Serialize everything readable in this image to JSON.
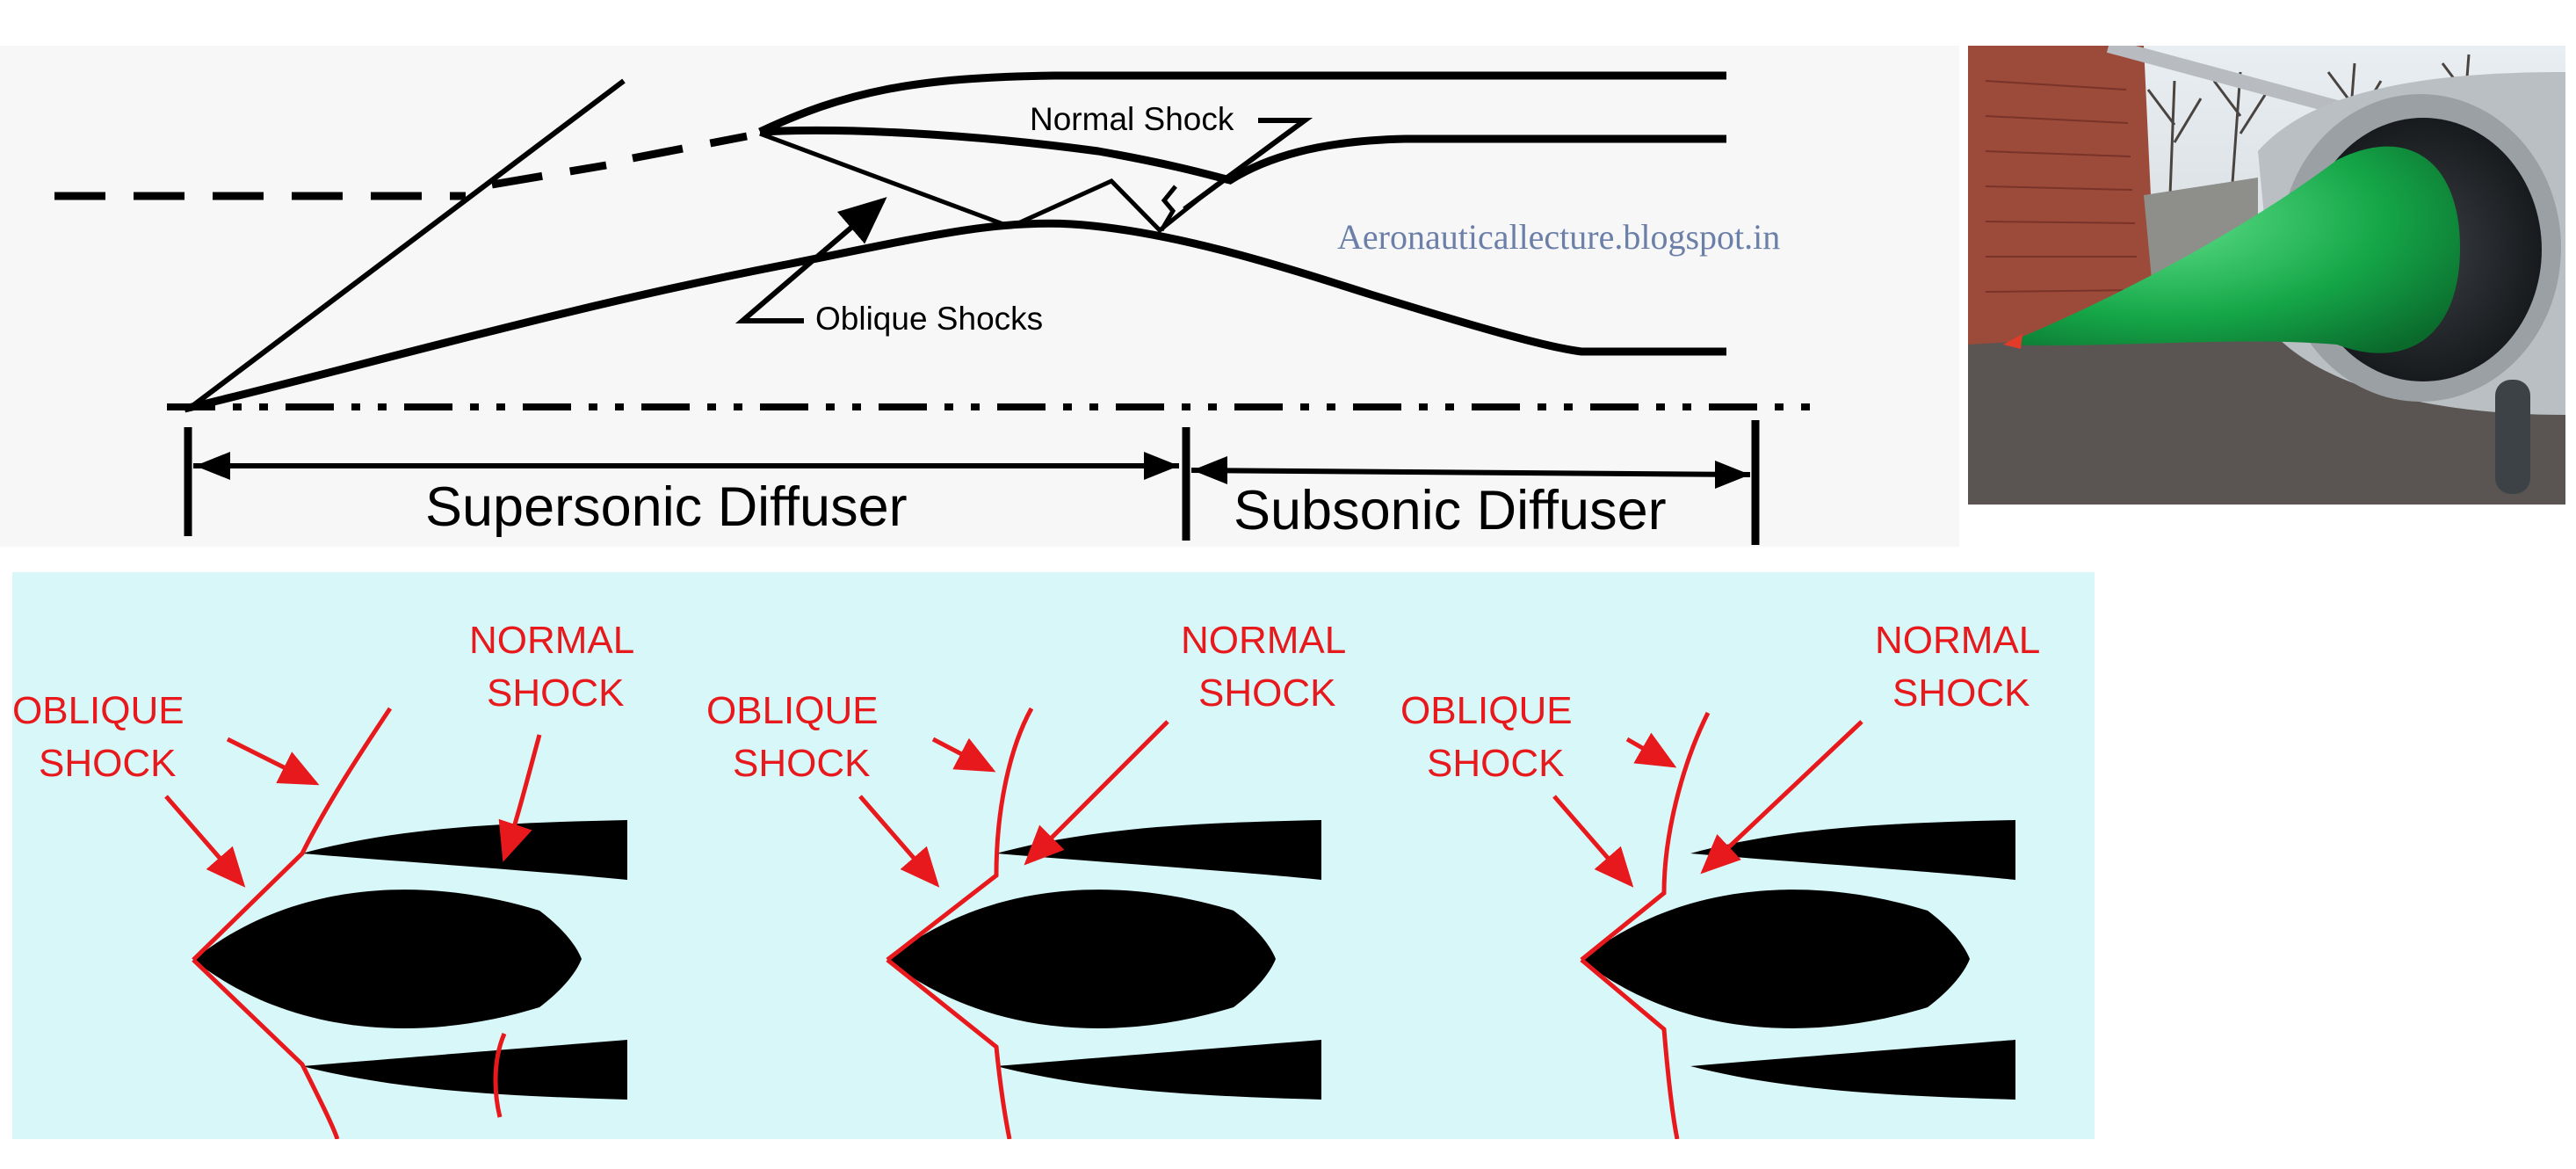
{
  "top_diagram": {
    "normal_shock_label": "Normal Shock",
    "oblique_shocks_label": "Oblique Shocks",
    "supersonic_label": "Supersonic Diffuser",
    "subsonic_label": "Subsonic Diffuser",
    "watermark": "Aeronauticallecture.blogspot.in"
  },
  "bottom_diagram": {
    "background_color": "#d8f7f8",
    "shock_color": "#e8191c",
    "panels": [
      {
        "oblique_label_line1": "OBLIQUE",
        "oblique_label_line2": "SHOCK",
        "normal_label_line1": "NORMAL",
        "normal_label_line2": "SHOCK"
      },
      {
        "oblique_label_line1": "OBLIQUE",
        "oblique_label_line2": "SHOCK",
        "normal_label_line1": "NORMAL",
        "normal_label_line2": "SHOCK"
      },
      {
        "oblique_label_line1": "OBLIQUE",
        "oblique_label_line2": "SHOCK",
        "normal_label_line1": "NORMAL",
        "normal_label_line2": "SHOCK"
      }
    ]
  },
  "photo": {
    "subject": "green-inlet-cone-aircraft-photo"
  }
}
